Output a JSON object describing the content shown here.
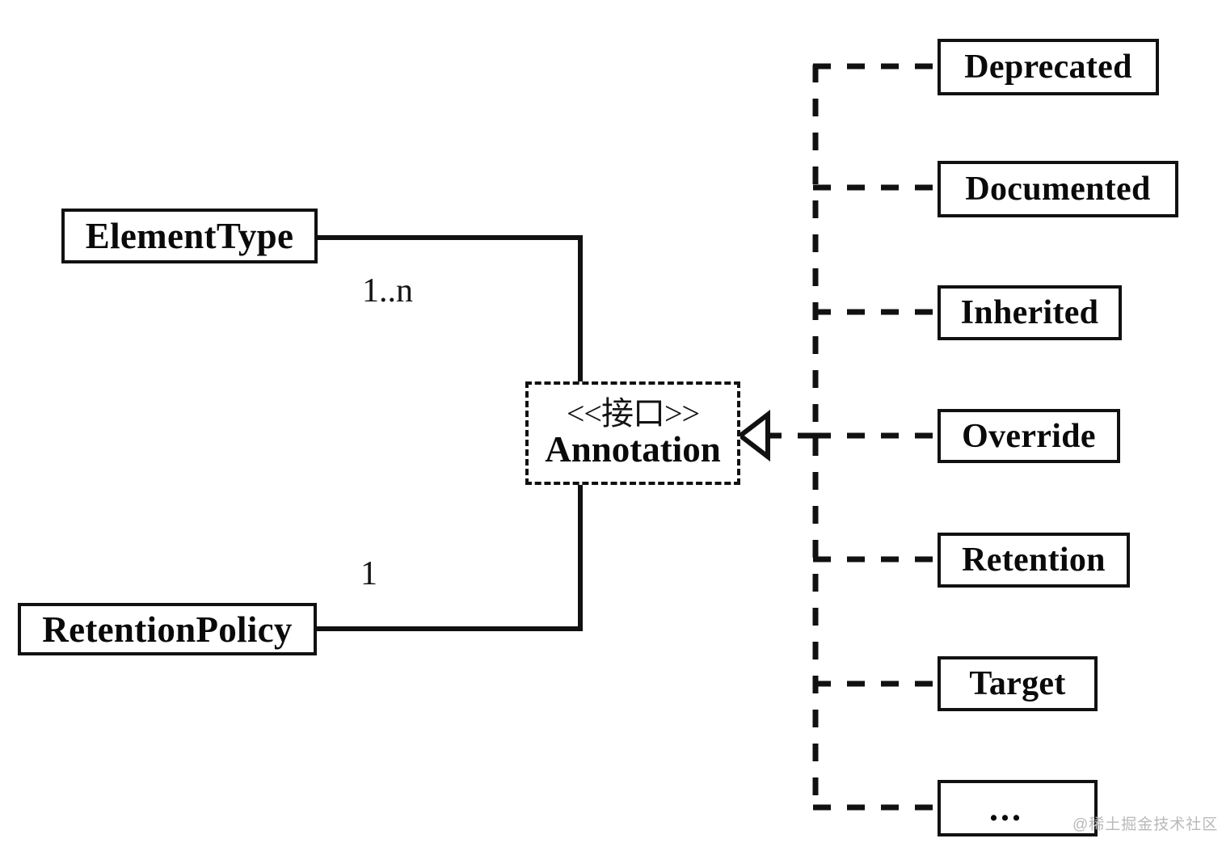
{
  "diagram": {
    "type": "uml-class-diagram",
    "background": "#ffffff",
    "stroke_color": "#111111",
    "text_color": "#0a0a0a"
  },
  "interface_node": {
    "stereotype": "<<接口>>",
    "name": "Annotation",
    "border_style": "dashed"
  },
  "associated_nodes": [
    {
      "label": "ElementType",
      "multiplicity": "1..n"
    },
    {
      "label": "RetentionPolicy",
      "multiplicity": "1"
    }
  ],
  "multiplicity_labels": {
    "element_type": "1..n",
    "retention_policy": "1"
  },
  "implementers": [
    {
      "label": "Deprecated"
    },
    {
      "label": "Documented"
    },
    {
      "label": "Inherited"
    },
    {
      "label": "Override"
    },
    {
      "label": "Retention"
    },
    {
      "label": "Target"
    },
    {
      "label": "..."
    }
  ],
  "relationships": {
    "association_style": "solid-line",
    "realization_style": "dashed-line-hollow-triangle"
  },
  "watermark": {
    "text": "@稀土掘金技术社区"
  }
}
